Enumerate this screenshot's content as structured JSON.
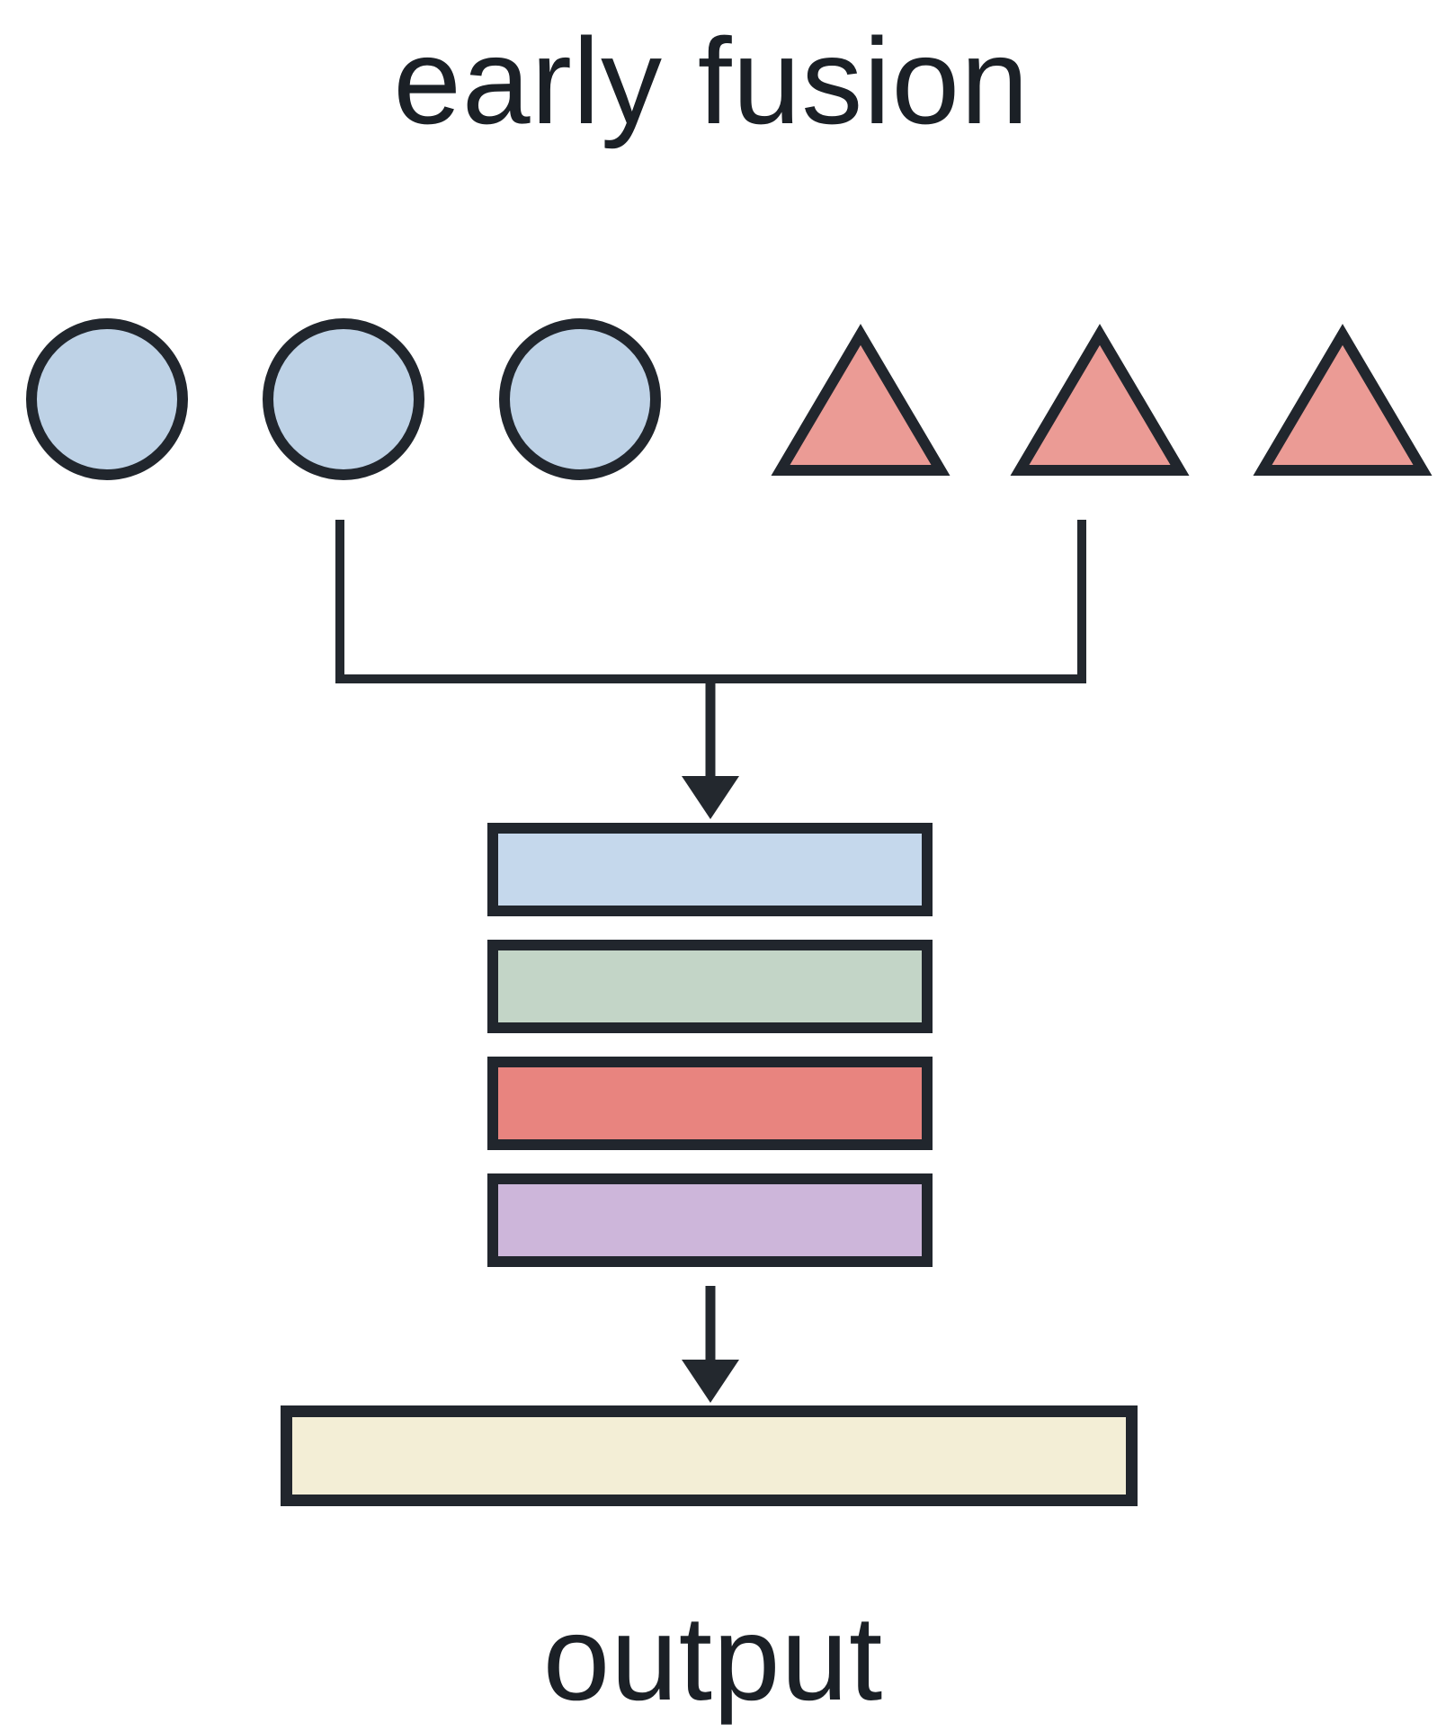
{
  "diagram": {
    "title": "early fusion",
    "output_label": "output",
    "background": "#ffffff",
    "text_color": "#1b2026",
    "outline_color": "#21262d",
    "connector_color": "#23282e",
    "token_groups": [
      {
        "id": "modality-a",
        "shape": "circle",
        "count": 3,
        "fill": "#bed2e6"
      },
      {
        "id": "modality-b",
        "shape": "triangle",
        "count": 3,
        "fill": "#eb9b95"
      }
    ],
    "fusion_stack": {
      "layers": [
        {
          "id": "layer-1",
          "fill": "#c5d8ec"
        },
        {
          "id": "layer-2",
          "fill": "#c3d5c7"
        },
        {
          "id": "layer-3",
          "fill": "#e8847f"
        },
        {
          "id": "layer-4",
          "fill": "#cdb6da"
        }
      ]
    },
    "output_bar": {
      "fill": "#f3eed6"
    }
  }
}
